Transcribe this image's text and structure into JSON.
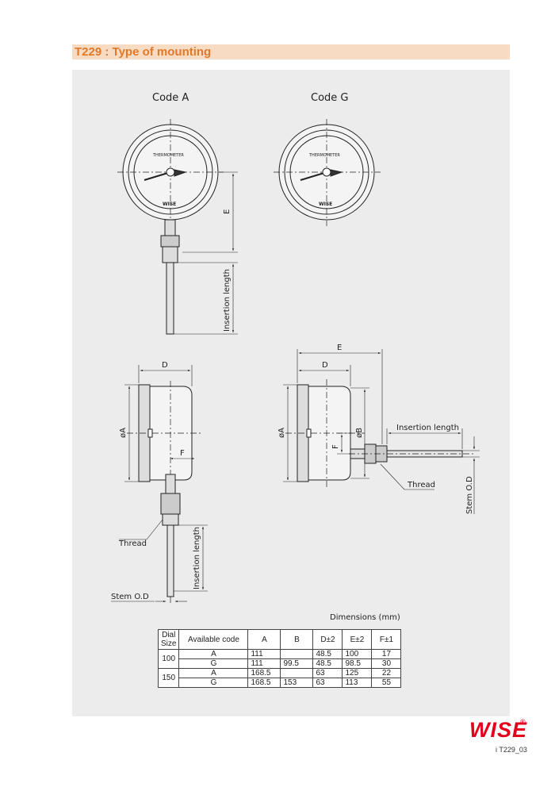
{
  "header": {
    "title": "T229 : Type of mounting"
  },
  "drawing": {
    "code_a": "Code A",
    "code_g": "Code G",
    "dial_text": "THERMOMETER",
    "dial_brand": "WISE",
    "labels": {
      "E": "E",
      "D": "D",
      "F": "F",
      "A": "øA",
      "B": "øB",
      "insertion_length": "Insertion length",
      "thread": "Thread",
      "stem_od": "Stem O.D"
    }
  },
  "dimensions": {
    "caption": "Dimensions (mm)",
    "headers": {
      "dial_size": "Dial\nSize",
      "available_code": "Available code",
      "a": "A",
      "b": "B",
      "d": "D±2",
      "e": "E±2",
      "f": "F±1"
    },
    "groups": [
      {
        "dial_size": "100",
        "rows": [
          {
            "code": "A",
            "a": "111",
            "b": "",
            "d": "48.5",
            "e": "100",
            "f": "17"
          },
          {
            "code": "G",
            "a": "111",
            "b": "99.5",
            "d": "48.5",
            "e": "98.5",
            "f": "30"
          }
        ]
      },
      {
        "dial_size": "150",
        "rows": [
          {
            "code": "A",
            "a": "168.5",
            "b": "",
            "d": "63",
            "e": "125",
            "f": "22"
          },
          {
            "code": "G",
            "a": "168.5",
            "b": "153",
            "d": "63",
            "e": "113",
            "f": "55"
          }
        ]
      }
    ]
  },
  "footer": {
    "logo": "WISE",
    "reg": "®",
    "page_code": "i T229_03"
  },
  "colors": {
    "title_bg": "#f7dcc3",
    "title_text": "#e07a2a",
    "panel": "#ececec",
    "brand": "#e3001b"
  }
}
